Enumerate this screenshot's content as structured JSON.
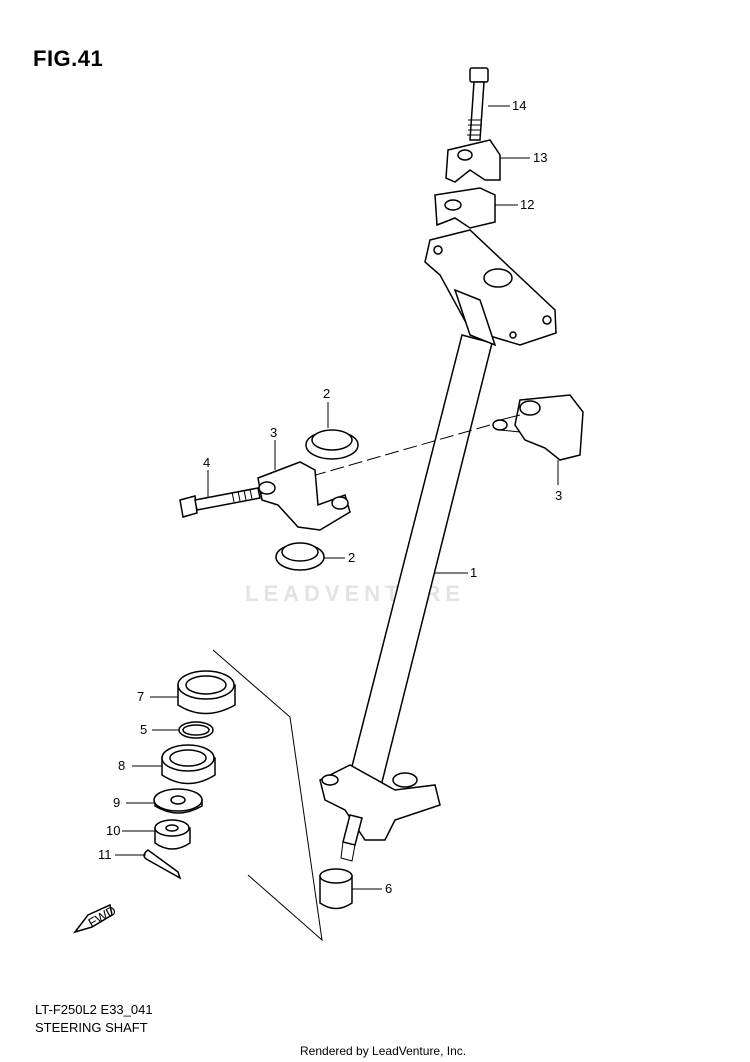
{
  "figure_label": "FIG.41",
  "model_code": "LT-F250L2 E33_041",
  "section_title": "STEERING SHAFT",
  "watermark": "LEADVENTURE",
  "footer": "Rendered by LeadVenture, Inc.",
  "fwd_label": "FWD",
  "callouts": {
    "c1": "1",
    "c2a": "2",
    "c2b": "2",
    "c3a": "3",
    "c3b": "3",
    "c4": "4",
    "c5": "5",
    "c6": "6",
    "c7": "7",
    "c8": "8",
    "c9": "9",
    "c10": "10",
    "c11": "11",
    "c12": "12",
    "c13": "13",
    "c14": "14"
  }
}
